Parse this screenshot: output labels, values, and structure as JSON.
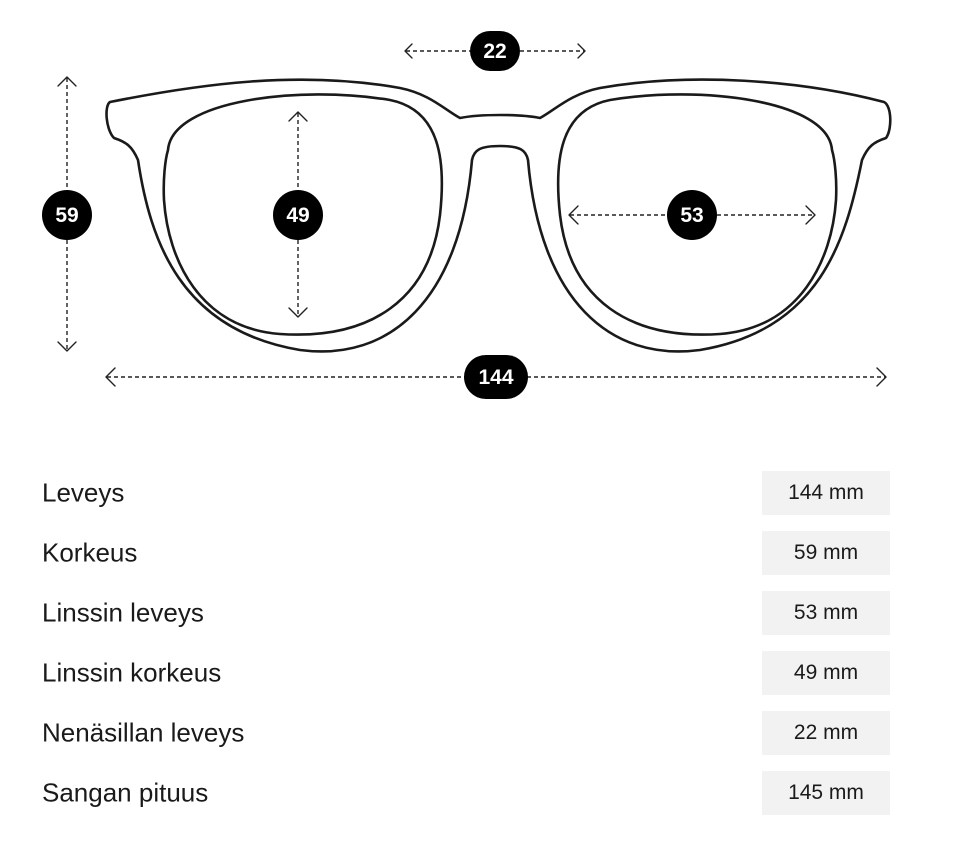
{
  "diagram": {
    "bridge_width": "22",
    "total_height": "59",
    "lens_height": "49",
    "lens_width": "53",
    "total_width": "144"
  },
  "specs": [
    {
      "label": "Leveys",
      "value": "144 mm"
    },
    {
      "label": "Korkeus",
      "value": "59 mm"
    },
    {
      "label": "Linssin leveys",
      "value": "53 mm"
    },
    {
      "label": "Linssin korkeus",
      "value": "49 mm"
    },
    {
      "label": "Nenäsillan leveys",
      "value": "22 mm"
    },
    {
      "label": "Sangan pituus",
      "value": "145 mm"
    }
  ],
  "colors": {
    "badge": "#000000",
    "value_bg": "#f2f2f2",
    "line": "#1a1a1a"
  }
}
